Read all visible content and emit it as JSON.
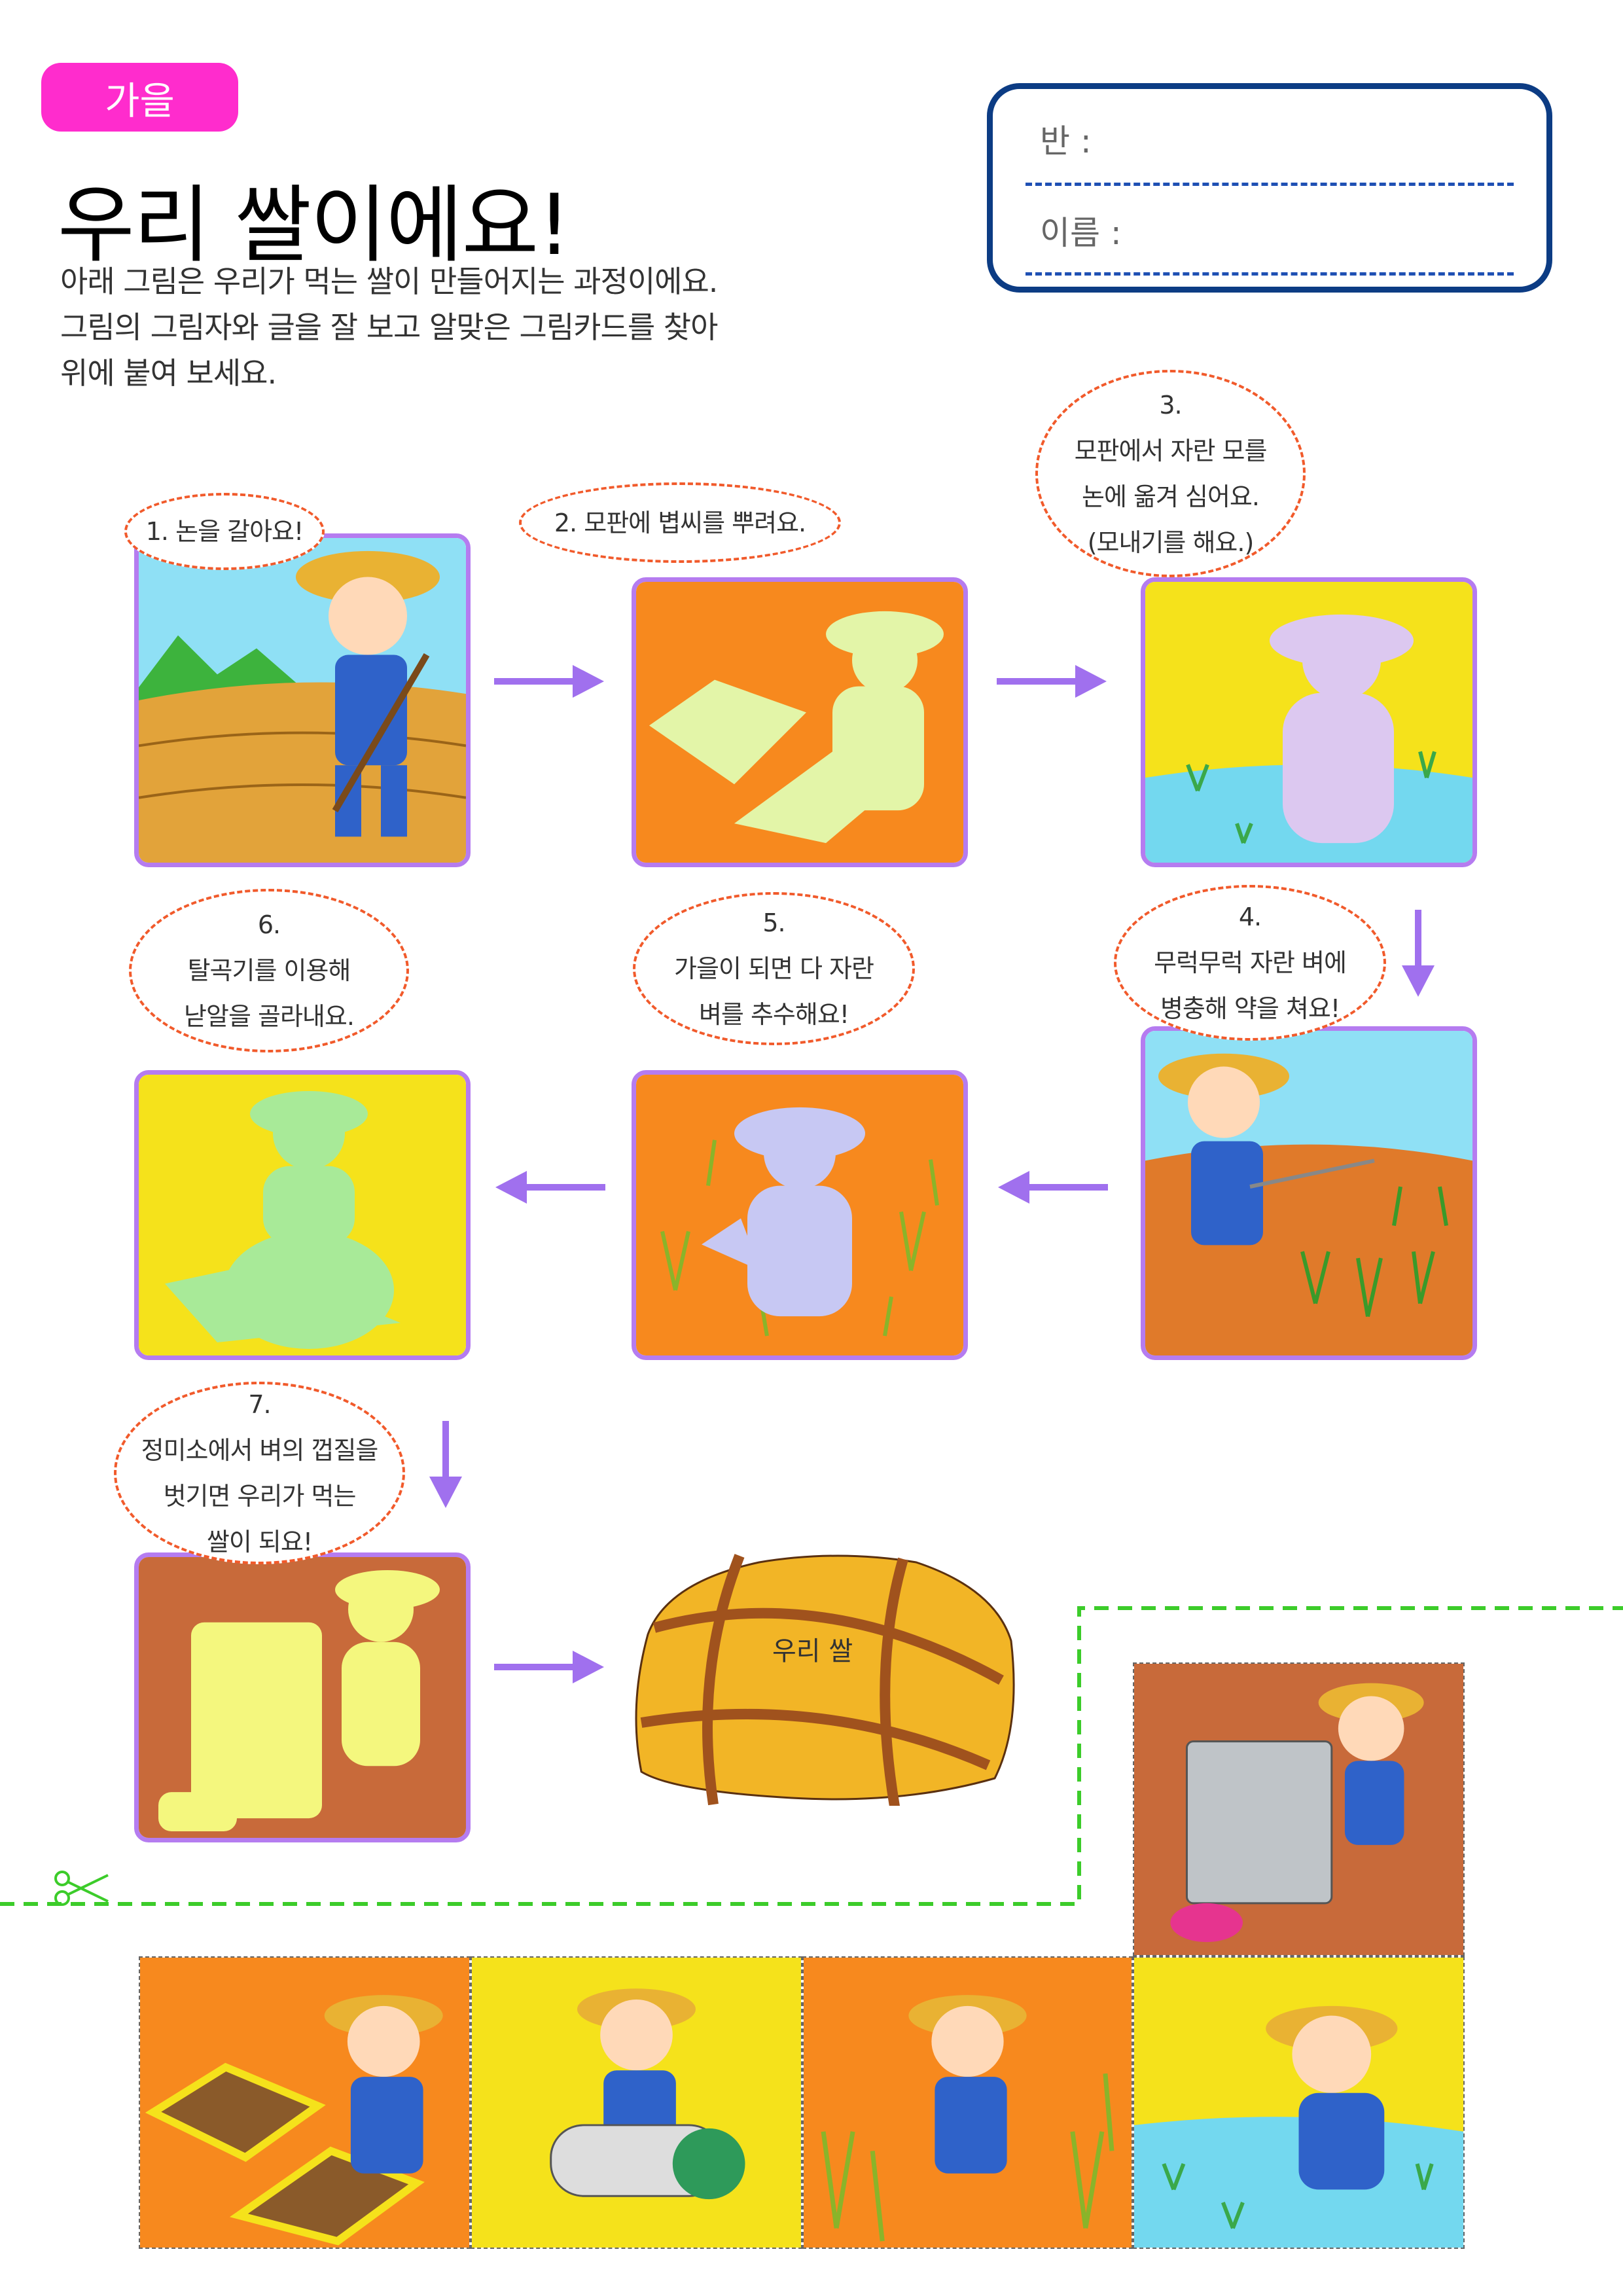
{
  "season_tag": "가을",
  "title": "우리 쌀이에요!",
  "description": [
    "아래 그림은 우리가 먹는 쌀이 만들어지는 과정이에요.",
    "그림의 그림자와 글을 잘 보고 알맞은 그림카드를 찾아",
    "위에 붙여 보세요."
  ],
  "name_box": {
    "class_label": "반 :",
    "name_label": "이름 :"
  },
  "steps": [
    {
      "number": "1.",
      "lines": [
        "논을 갈아요!"
      ]
    },
    {
      "number": "2.",
      "lines": [
        "모판에 볍씨를 뿌려요."
      ]
    },
    {
      "number": "3.",
      "lines": [
        "모판에서 자란 모를",
        "논에 옮겨 심어요.",
        "(모내기를 해요.)"
      ]
    },
    {
      "number": "4.",
      "lines": [
        "무럭무럭 자란 벼에",
        "병충해 약을 쳐요!"
      ]
    },
    {
      "number": "5.",
      "lines": [
        "가을이 되면 다 자란",
        "벼를 추수해요!"
      ]
    },
    {
      "number": "6.",
      "lines": [
        "탈곡기를 이용해",
        "낟알을 골라내요."
      ]
    },
    {
      "number": "7.",
      "lines": [
        "정미소에서 벼의 껍질을",
        "벗기면 우리가 먹는",
        "쌀이 되요!"
      ]
    }
  ],
  "rice_bag_label": "우리 쌀",
  "colors": {
    "tag": "#ff2ccd",
    "panel_border": "#b57cf0",
    "arrow": "#a070ee",
    "bubble": "#f15a2b",
    "cut_line": "#3ccc2a",
    "name_box": "#0c3c84"
  }
}
